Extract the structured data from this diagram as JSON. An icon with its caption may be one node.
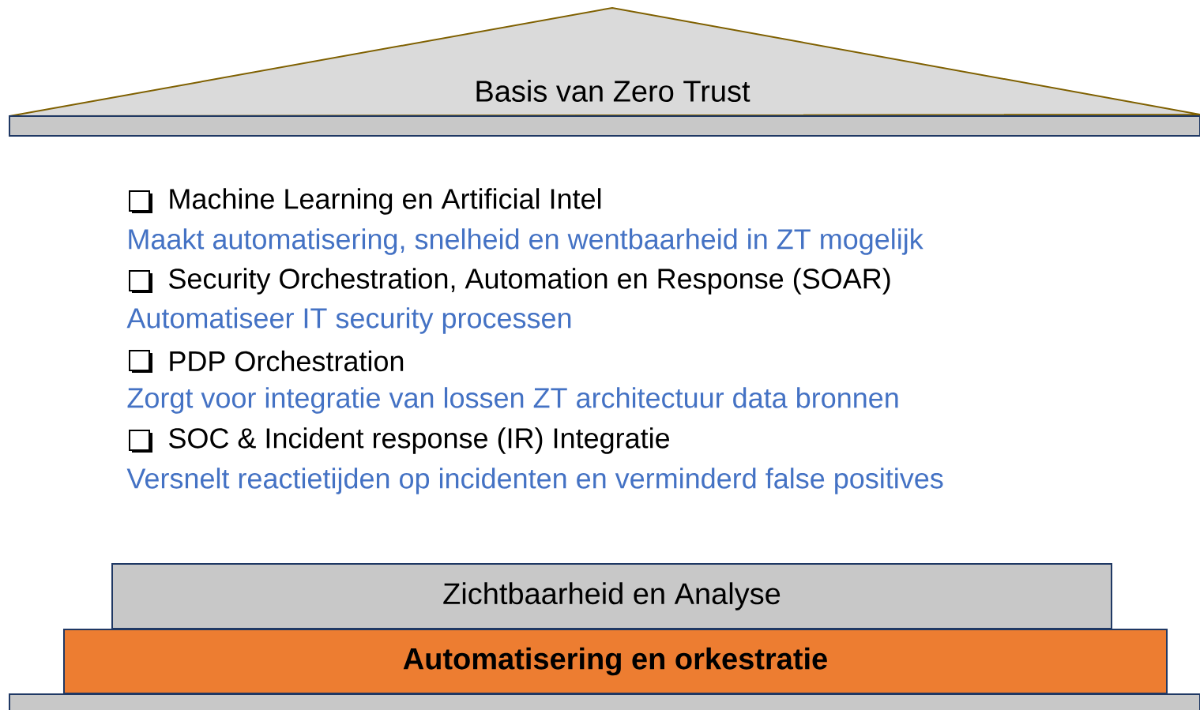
{
  "diagram": {
    "nodes": [
      {
        "text": [
          "Basis van Zero Trust"
        ]
      },
      {
        "text": [],
        "shape": "bar"
      },
      {
        "text": [
          "Zichtbaarheid en Analyse"
        ]
      },
      {
        "text": [
          "Automatisering en orkestratie"
        ]
      },
      {
        "text": [],
        "shape": "bar"
      }
    ],
    "labels": [
      "Machine Learning en Artificial Intel",
      "Maakt automatisering, snelheid en wentbaarheid in ZT mogelijk",
      "Security Orchestration, Automation en Response (SOAR)",
      "Automatiseer IT security processen",
      "PDP Orchestration",
      "Zorgt voor integratie van lossen ZT architectuur data bronnen",
      "SOC & Incident response (IR) Integratie",
      "Versnelt reactietijden op incidenten en verminderd false positives"
    ]
  }
}
